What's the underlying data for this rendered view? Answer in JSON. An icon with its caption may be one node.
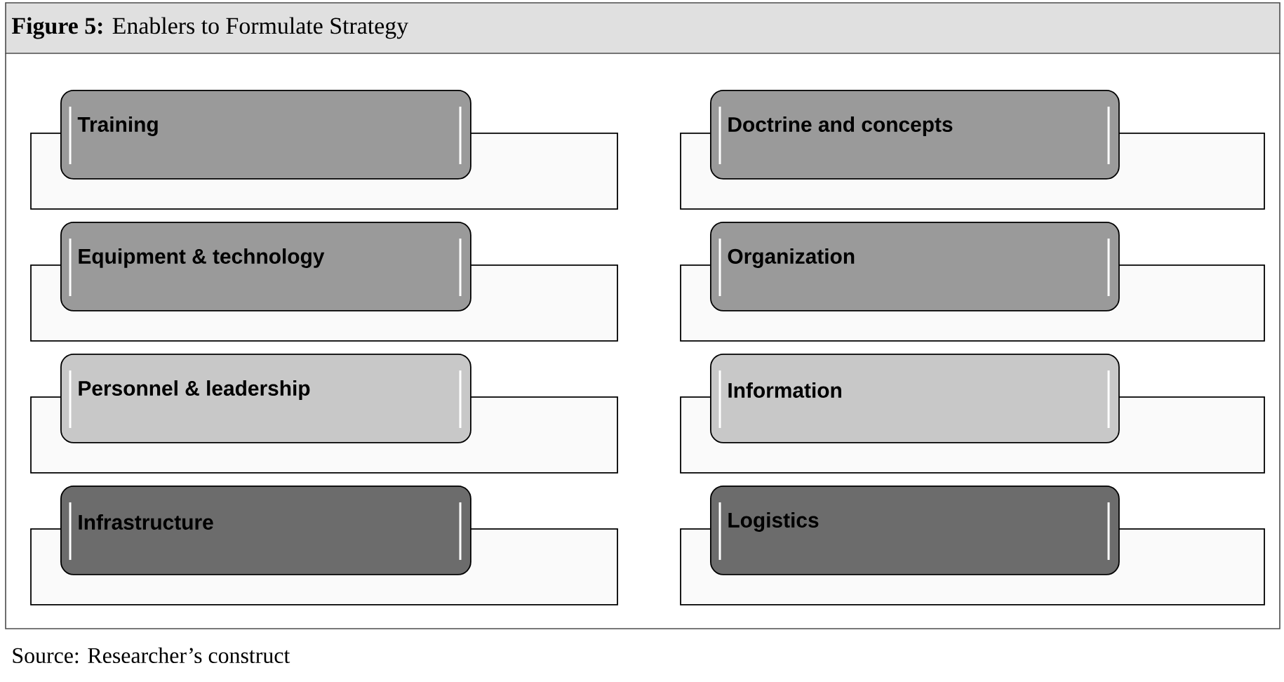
{
  "diagram": {
    "title": "**Figure 5:** Enablers to Formulate Strategy",
    "caption": "Source:  Researcher’s construct",
    "nodes": [
      {
        "text": [
          "Training"
        ]
      },
      {
        "text": [
          "Doctrine and concepts"
        ]
      },
      {
        "text": [
          "Equipment & technology"
        ]
      },
      {
        "text": [
          "Organization"
        ]
      },
      {
        "text": [
          "Personnel & leadership"
        ]
      },
      {
        "text": [
          "Information"
        ]
      },
      {
        "text": [
          "Infrastructure"
        ]
      },
      {
        "text": [
          "Logistics"
        ]
      }
    ]
  }
}
